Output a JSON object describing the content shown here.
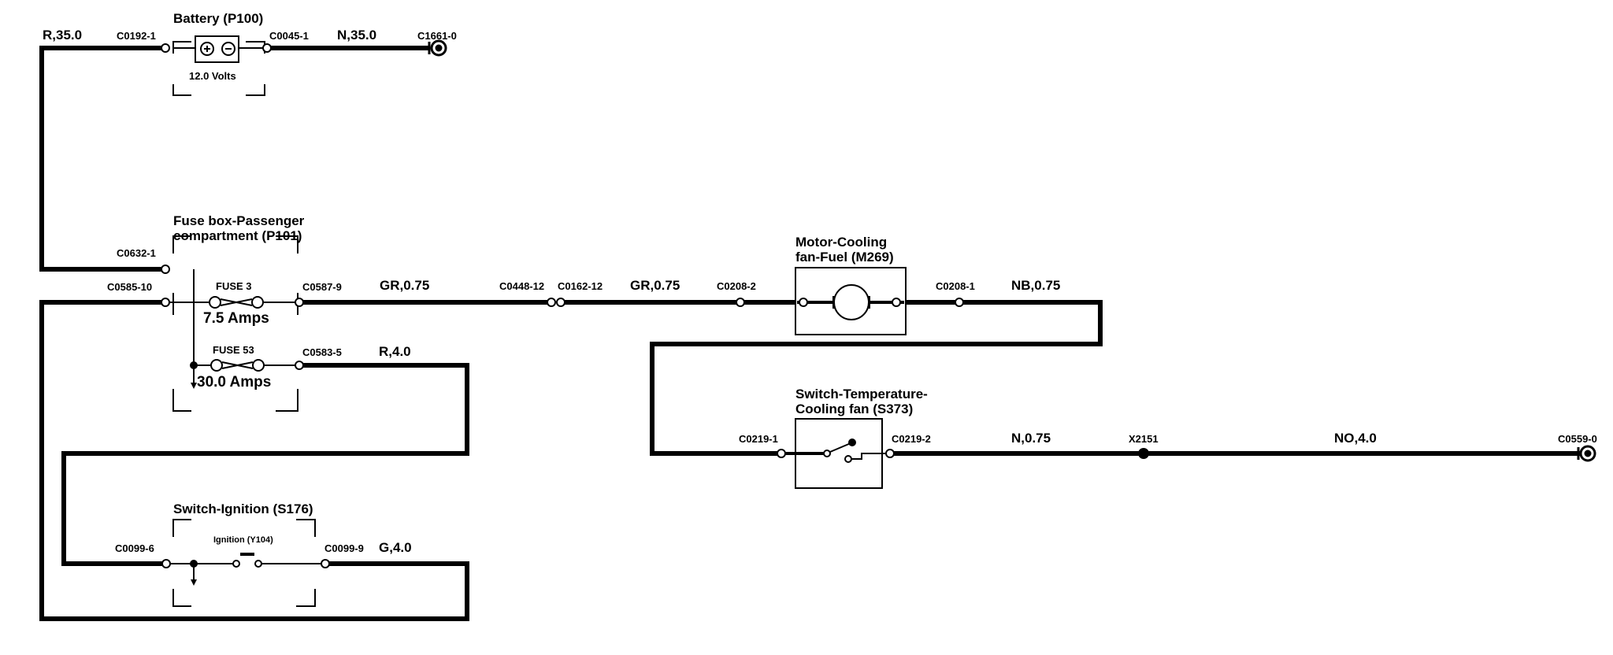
{
  "components": {
    "battery": {
      "title": "Battery (P100)",
      "voltage": "12.0 Volts"
    },
    "fuse_box": {
      "title_line1": "Fuse box-Passenger",
      "title_line2": "compartment (P101)"
    },
    "fuse3": {
      "name": "FUSE 3",
      "rating": "7.5 Amps"
    },
    "fuse53": {
      "name": "FUSE 53",
      "rating": "30.0 Amps"
    },
    "ignition": {
      "title": "Switch-Ignition (S176)",
      "inner": "Ignition (Y104)"
    },
    "motor": {
      "title_line1": "Motor-Cooling",
      "title_line2": "fan-Fuel (M269)"
    },
    "temp_switch": {
      "title_line1": "Switch-Temperature-",
      "title_line2": "Cooling fan (S373)"
    }
  },
  "connectors": {
    "c0192": "C0192-1",
    "c0045": "C0045-1",
    "c1661": "C1661-0",
    "c0632": "C0632-1",
    "c0585": "C0585-10",
    "c0587": "C0587-9",
    "c0583": "C0583-5",
    "c0448": "C0448-12",
    "c0162": "C0162-12",
    "c0208_2": "C0208-2",
    "c0208_1": "C0208-1",
    "c0219_1": "C0219-1",
    "c0219_2": "C0219-2",
    "x2151": "X2151",
    "c0559": "C0559-0",
    "c0099_6": "C0099-6",
    "c0099_9": "C0099-9"
  },
  "wires": {
    "r35": "R,35.0",
    "n35": "N,35.0",
    "gr075_a": "GR,0.75",
    "gr075_b": "GR,0.75",
    "nb075": "NB,0.75",
    "r40": "R,4.0",
    "n075": "N,0.75",
    "no40": "NO,4.0",
    "g40": "G,4.0"
  }
}
